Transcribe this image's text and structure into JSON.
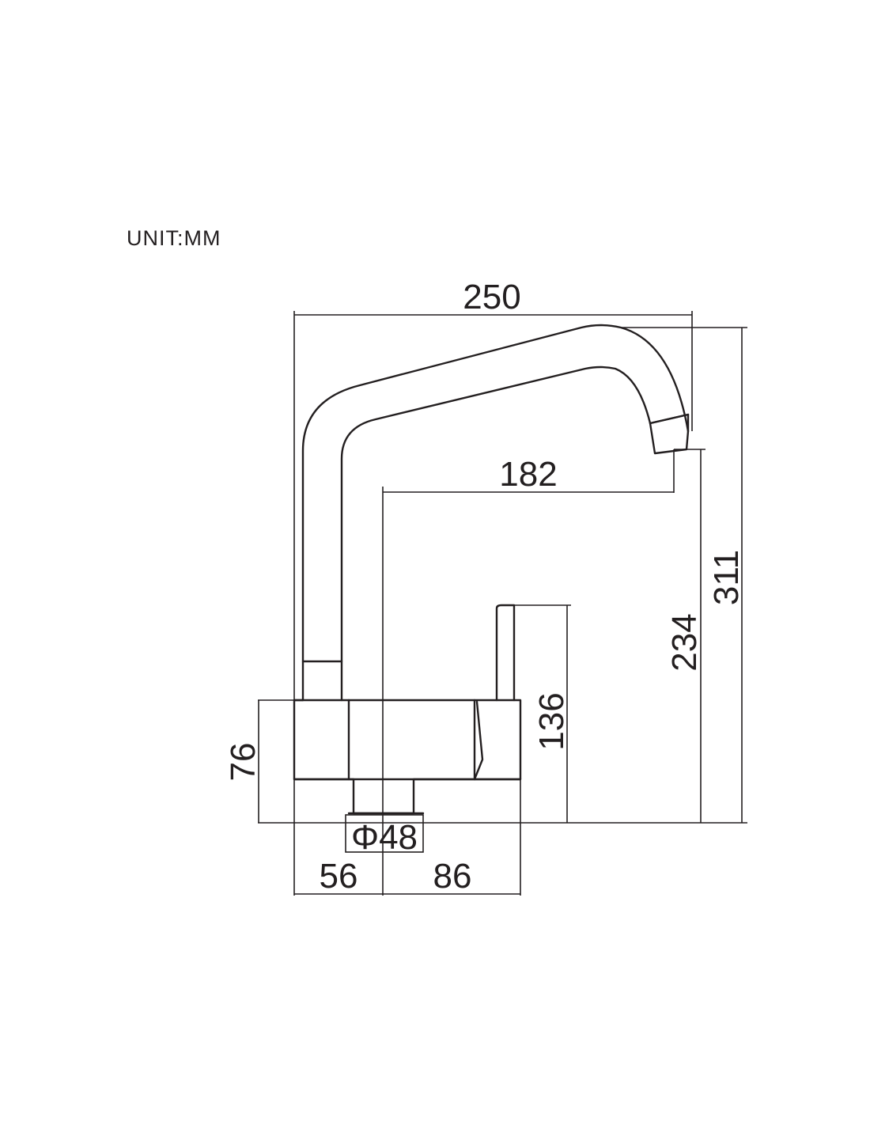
{
  "unit_label": "UNIT:MM",
  "dimensions": {
    "overall_width": "250",
    "spout_reach": "182",
    "overall_height": "311",
    "spout_height": "234",
    "handle_height": "136",
    "base_height": "76",
    "base_diameter": "Φ48",
    "left_offset": "56",
    "right_offset": "86"
  },
  "colors": {
    "line": "#231f20",
    "background": "#ffffff"
  }
}
